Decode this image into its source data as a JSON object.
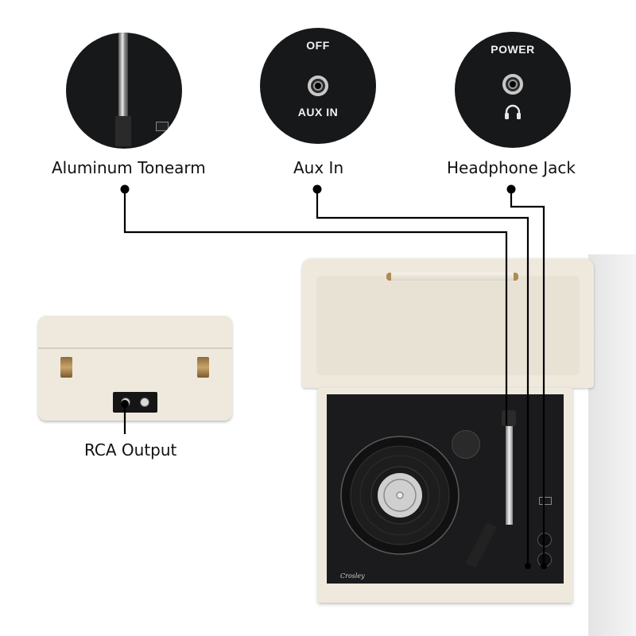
{
  "callouts": {
    "tonearm": {
      "label": "Aluminum Tonearm"
    },
    "aux": {
      "label": "Aux In",
      "top_text": "OFF",
      "bottom_text": "AUX IN"
    },
    "headphone": {
      "label": "Headphone Jack",
      "top_text": "POWER",
      "icon": "headphones-icon"
    },
    "rca": {
      "label": "RCA Output"
    }
  },
  "product": {
    "brand_script": "Crosley",
    "body_color": "#efe9dd",
    "deck_color": "#1b1b1d"
  }
}
